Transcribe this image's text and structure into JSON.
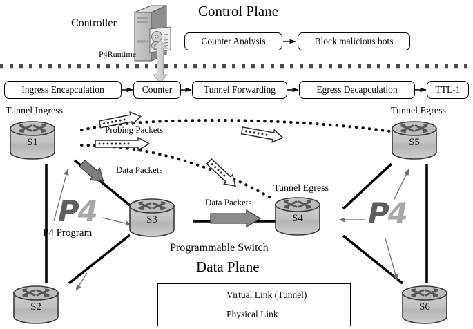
{
  "figure": {
    "control_plane_title": "Control Plane",
    "data_plane_title": "Data Plane",
    "controller_label": "Controller",
    "p4runtime_label": "P4Runtime",
    "programmable_switch_label": "Programmable Switch",
    "p4_program_label": "P4 Program"
  },
  "control_plane": {
    "boxes": [
      {
        "label": "Counter Analysis"
      },
      {
        "label": "Block malicious bots"
      }
    ]
  },
  "pipeline": {
    "stages": [
      {
        "label": "Ingress Encapculation"
      },
      {
        "label": "Counter"
      },
      {
        "label": "Tunnel Forwarding"
      },
      {
        "label": "Egress Decapculation"
      },
      {
        "label": "TTL-1"
      }
    ]
  },
  "topology": {
    "switches": [
      {
        "id": "S1",
        "label": "S1",
        "role": "Tunnel Ingress"
      },
      {
        "id": "S2",
        "label": "S2",
        "role": ""
      },
      {
        "id": "S3",
        "label": "S3",
        "role": ""
      },
      {
        "id": "S4",
        "label": "S4",
        "role": "Tunnel Egress"
      },
      {
        "id": "S5",
        "label": "S5",
        "role": "Tunnel Egress"
      },
      {
        "id": "S6",
        "label": "S6",
        "role": ""
      }
    ],
    "annotations": {
      "probing_packets": "Probing Packets",
      "data_packets_1": "Data Packets",
      "data_packets_2": "Data Packets",
      "tunnel_ingress": "Tunnel Ingress",
      "tunnel_egress_s5": "Tunnel Egress",
      "tunnel_egress_s4": "Tunnel Egress"
    },
    "virtual_links": [
      {
        "from": "S1",
        "to": "S5"
      },
      {
        "from": "S1",
        "to": "S4"
      }
    ],
    "physical_links": [
      {
        "from": "S1",
        "to": "S2"
      },
      {
        "from": "S1",
        "to": "S3"
      },
      {
        "from": "S3",
        "to": "S2"
      },
      {
        "from": "S3",
        "to": "S4"
      },
      {
        "from": "S4",
        "to": "S5"
      },
      {
        "from": "S4",
        "to": "S6"
      },
      {
        "from": "S5",
        "to": "S6"
      }
    ]
  },
  "legend": {
    "items": [
      {
        "label": "Virtual Link (Tunnel)",
        "style": "dotted"
      },
      {
        "label": "Physical Link",
        "style": "solid"
      }
    ]
  },
  "colors": {
    "switch_body": "#c3c3c3",
    "switch_top": "#bdbdbd",
    "switch_outline": "#3a3a3a",
    "arrow_gray": "#7a7a7a",
    "p4_dark": "#5e5e5e",
    "p4_light": "#a8a8a8",
    "separator": "#4a4a4a",
    "runtime_arrow": "#d4d4d4",
    "tower_light": "#d0d0d0",
    "tower_dark": "#8e8e8e"
  }
}
